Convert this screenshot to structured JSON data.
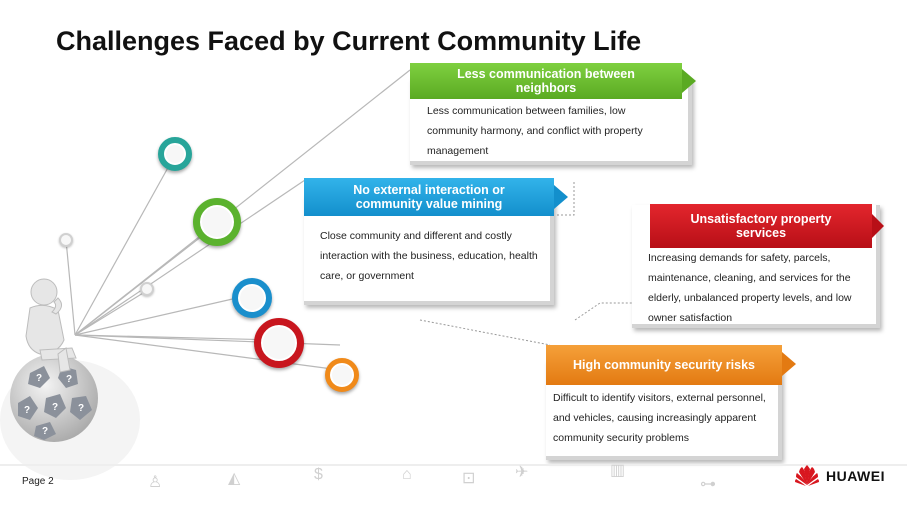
{
  "title": "Challenges Faced by Current Community Life",
  "cards": [
    {
      "heading": "Less communication between neighbors",
      "text": "Less communication between families, low community harmony, and conflict with property management",
      "color": "#6abf2e"
    },
    {
      "heading": "No external interaction or community value mining",
      "text": "Close community and different and costly interaction with the business, education, health care, or government",
      "color": "#1a9ad6"
    },
    {
      "heading": "Unsatisfactory property services",
      "text": "Increasing demands for safety, parcels, maintenance, cleaning, and services for the elderly, unbalanced property levels, and low owner satisfaction",
      "color": "#d8171f"
    },
    {
      "heading": "High community security risks",
      "text": "Difficult to identify visitors, external personnel, and vehicles, causing increasingly apparent community security problems",
      "color": "#f08a1a"
    }
  ],
  "footer": {
    "page": "Page 2",
    "brand": "HUAWEI"
  },
  "colors": {
    "green": "#6abf2e",
    "blue": "#1a9ad6",
    "red": "#d8171f",
    "orange": "#f08a1a"
  }
}
